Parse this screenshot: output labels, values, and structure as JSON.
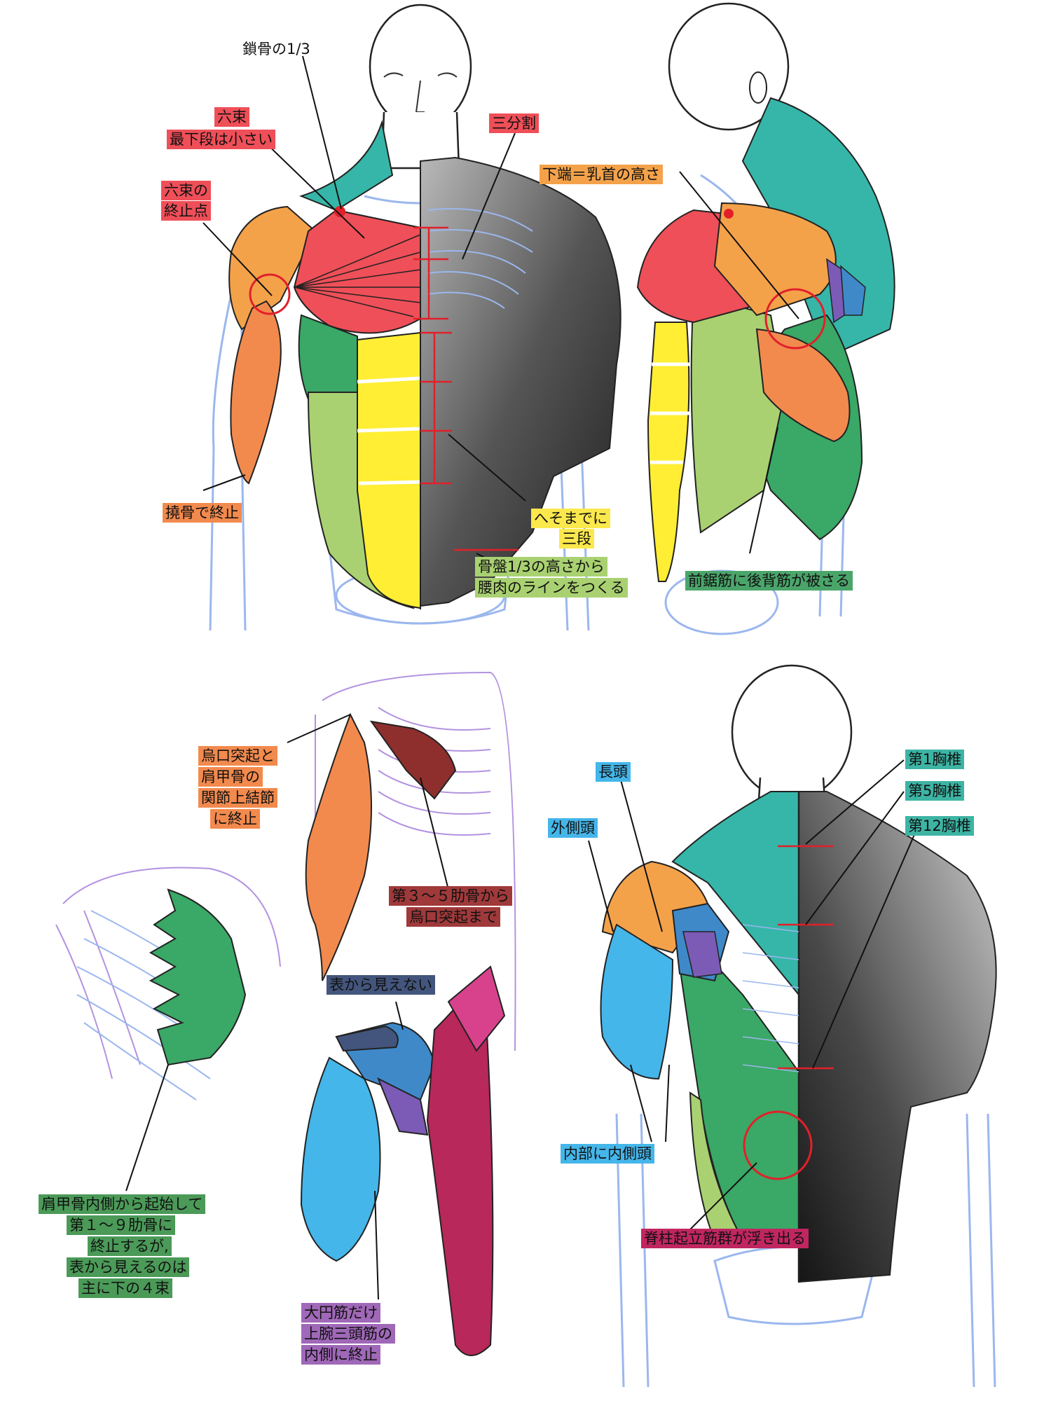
{
  "colors": {
    "red": "#ef4f58",
    "orange": "#f4a24a",
    "biceps": "#f28a4e",
    "yellow": "#ffee33",
    "lightgreen": "#a9d171",
    "green": "#3aa866",
    "teal": "#36b6a8",
    "sky": "#45b6ea",
    "brown": "#8e2f2e",
    "purple": "#7b5bb6",
    "blue": "#3f89c9",
    "crimson": "#b8285a",
    "magenta": "#d8428c",
    "skeleton": "#9bb7ee",
    "annotation": "#e2202a"
  },
  "labels": {
    "clavicle_third": "鎖骨の1/3",
    "six_bundles_a": "六束",
    "six_bundles_b": "最下段は小さい",
    "six_end_a": "六束の",
    "six_end_b": "終止点",
    "three_div": "三分割",
    "radius_end": "撓骨で終止",
    "navel_a": "へそまでに",
    "navel_b": "三段",
    "pelvis_a": "骨盤1/3の高さから",
    "pelvis_b": "腰肉のラインをつくる",
    "nipple": "下端＝乳首の高さ",
    "serratus_cover": "前鋸筋に後背筋が被さる",
    "coracoid_a": "烏口突起と",
    "coracoid_b": "肩甲骨の",
    "coracoid_c": "関節上結節",
    "coracoid_d": "に終止",
    "ribs_a": "第３～５肋骨から",
    "ribs_b": "烏口突起まで",
    "hidden": "表から見えない",
    "scap_a": "肩甲骨内側から起始して",
    "scap_b": "第１～９肋骨に",
    "scap_c": "終止するが,",
    "scap_d": "表から見えるのは",
    "scap_e": "主に下の４束",
    "teres_a": "大円筋だけ",
    "teres_b": "上腕三頭筋の",
    "teres_c": "内側に終止",
    "long_head": "長頭",
    "lateral_head": "外側頭",
    "inner_head": "内部に内側頭",
    "t1": "第1胸椎",
    "t5": "第5胸椎",
    "t12": "第12胸椎",
    "erector": "脊柱起立筋群が浮き出る"
  }
}
